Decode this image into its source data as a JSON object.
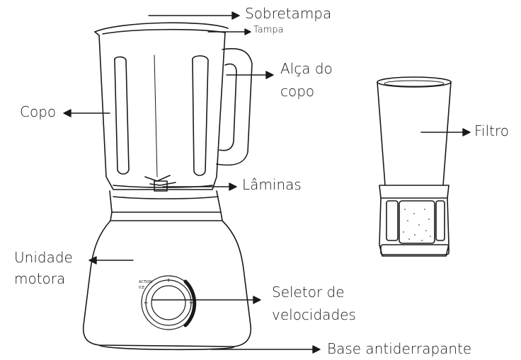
{
  "labels": {
    "sobretampa": "Sobretampa",
    "tampa": "Tampa",
    "alca_line1": "Alça do",
    "alca_line2": "copo",
    "copo": "Copo",
    "filtro": "Filtro",
    "laminas": "Lâminas",
    "unidade_line1": "Unidade",
    "unidade_line2": "motora",
    "seletor_line1": "Seletor de",
    "seletor_line2": "velocidades",
    "base": "Base antiderrapante"
  },
  "colors": {
    "stroke": "#1a1a1a",
    "dial_arc": "#1a1a1a",
    "background": "#ffffff"
  }
}
